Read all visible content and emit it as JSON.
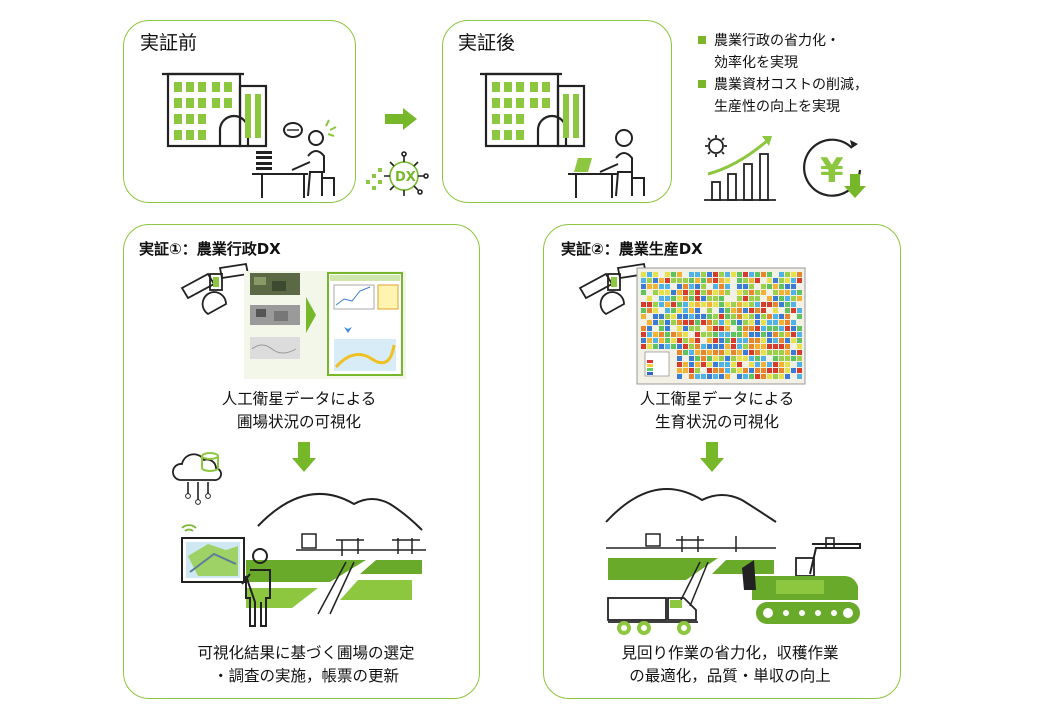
{
  "before": {
    "title": "実証前"
  },
  "after": {
    "title": "実証後"
  },
  "dx_badge": "DX",
  "benefits": [
    {
      "line1": "農業行政の省力化・",
      "line2": "効率化を実現"
    },
    {
      "line1": "農業資材コストの削減，",
      "line2": "生産性の向上を実現"
    }
  ],
  "yen_symbol": "¥",
  "section1": {
    "title": "実証①：農業行政DX",
    "caption1": "人工衛星データによる",
    "caption2": "圃場状況の可視化",
    "result1": "可視化結果に基づく圃場の選定",
    "result2": "・調査の実施，帳票の更新"
  },
  "section2": {
    "title": "実証②：農業生産DX",
    "caption1": "人工衛星データによる",
    "caption2": "生育状況の可視化",
    "result1": "見回り作業の省力化，収穫作業",
    "result2": "の最適化，品質・単収の向上"
  },
  "colors": {
    "accent": "#8dc63f",
    "arrow": "#76b82a",
    "dark": "#222222"
  },
  "icons": [
    "building-icon",
    "person-at-desk-icon",
    "right-arrow-icon",
    "dx-gear-icon",
    "growth-chart-icon",
    "yen-cost-down-icon",
    "satellite-icon",
    "down-arrow-icon",
    "cloud-database-icon",
    "tablet-icon",
    "field-landscape-icon",
    "dump-truck-icon",
    "combine-harvester-icon"
  ]
}
